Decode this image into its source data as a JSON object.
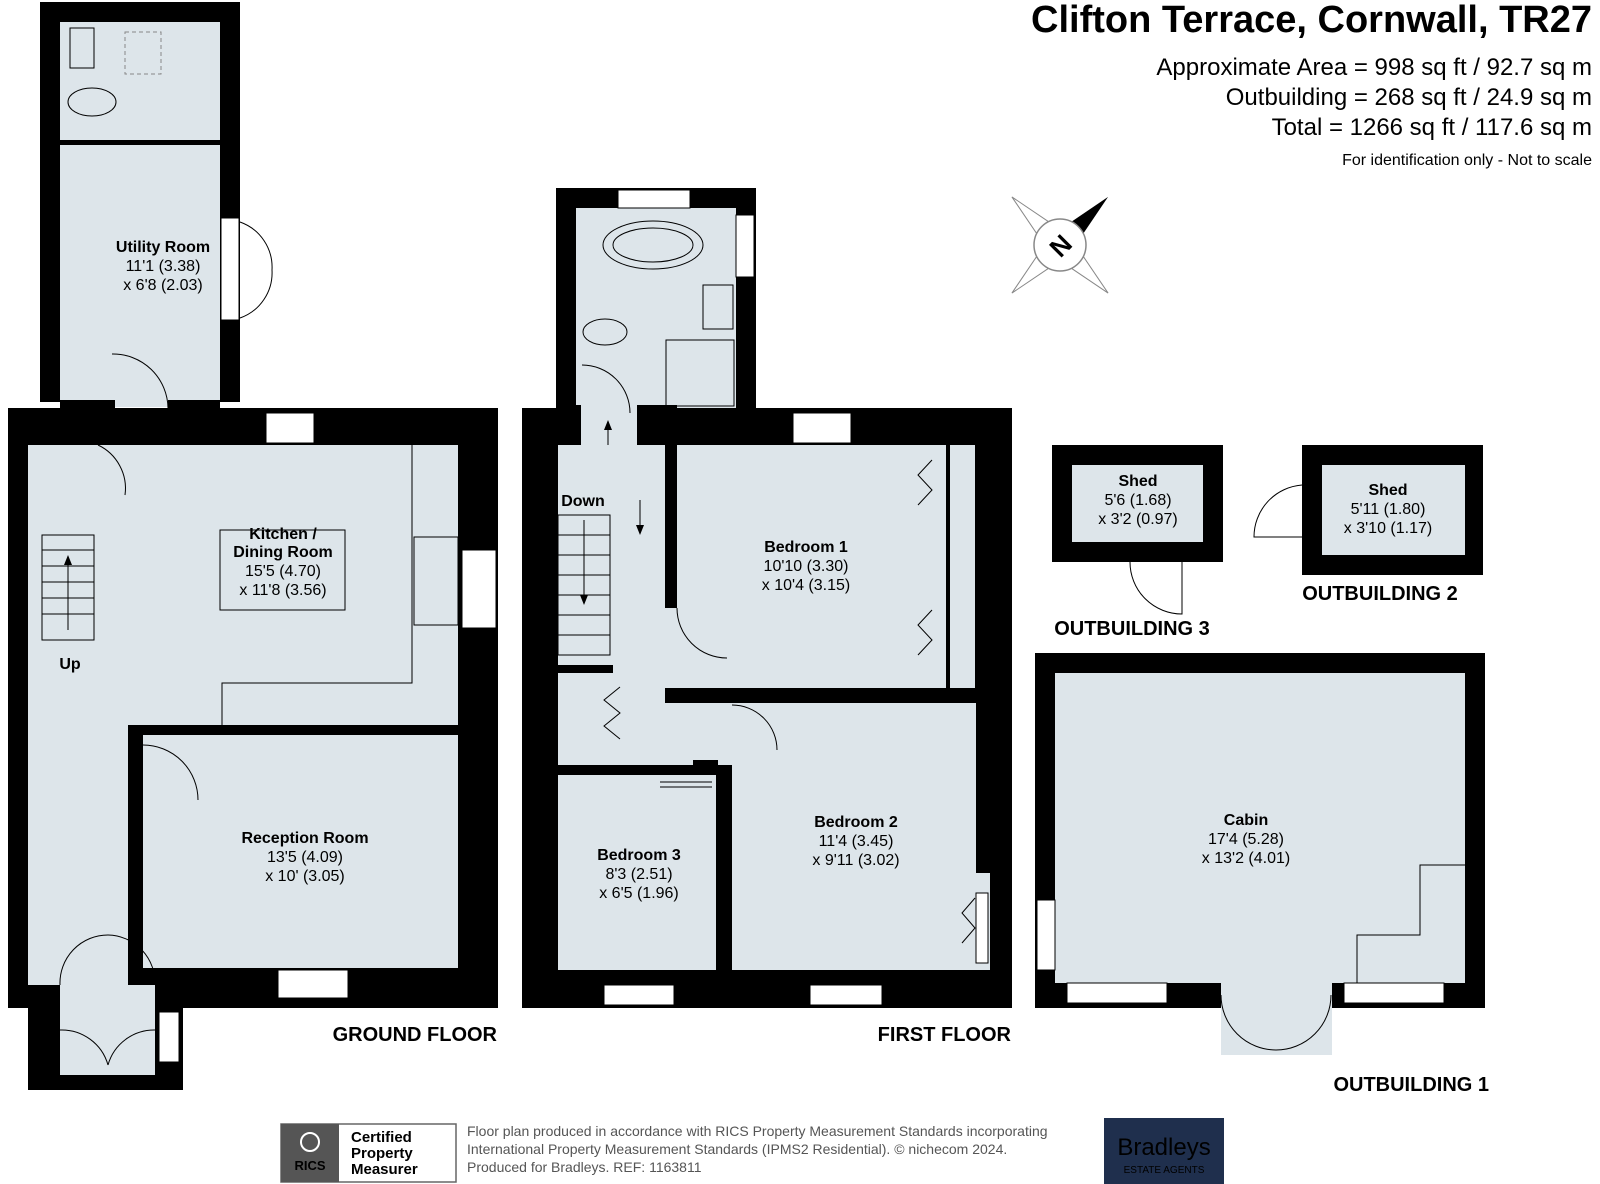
{
  "header": {
    "title": "Clifton Terrace, Cornwall, TR27",
    "area_lines": [
      "Approximate Area = 998 sq ft / 92.7 sq m",
      "Outbuilding = 268 sq ft / 24.9 sq m",
      "Total = 1266 sq ft / 117.6 sq m"
    ],
    "disclaimer": "For identification only - Not to scale"
  },
  "compass": {
    "letter": "N",
    "icon": "north-compass-icon"
  },
  "rooms": {
    "utility": {
      "name": "Utility Room",
      "dim1": "11'1 (3.38)",
      "dim2": "x 6'8 (2.03)"
    },
    "kitchen": {
      "name1": "Kitchen /",
      "name2": "Dining Room",
      "dim1": "15'5 (4.70)",
      "dim2": "x 11'8 (3.56)"
    },
    "reception": {
      "name": "Reception Room",
      "dim1": "13'5 (4.09)",
      "dim2": "x 10' (3.05)"
    },
    "bedroom1": {
      "name": "Bedroom 1",
      "dim1": "10'10 (3.30)",
      "dim2": "x 10'4 (3.15)"
    },
    "bedroom2": {
      "name": "Bedroom 2",
      "dim1": "11'4 (3.45)",
      "dim2": "x 9'11 (3.02)"
    },
    "bedroom3": {
      "name": "Bedroom 3",
      "dim1": "8'3 (2.51)",
      "dim2": "x 6'5 (1.96)"
    },
    "shed3": {
      "name": "Shed",
      "dim1": "5'6 (1.68)",
      "dim2": "x 3'2 (0.97)"
    },
    "shed2": {
      "name": "Shed",
      "dim1": "5'11 (1.80)",
      "dim2": "x 3'10 (1.17)"
    },
    "cabin": {
      "name": "Cabin",
      "dim1": "17'4 (5.28)",
      "dim2": "x 13'2 (4.01)"
    }
  },
  "stairs": {
    "up": "Up",
    "down": "Down"
  },
  "floors": {
    "ground": "GROUND FLOOR",
    "first": "FIRST FLOOR",
    "out1": "OUTBUILDING 1",
    "out2": "OUTBUILDING 2",
    "out3": "OUTBUILDING 3"
  },
  "footer": {
    "rics_logo": "RICS",
    "cert_lines": [
      "Certified",
      "Property",
      "Measurer"
    ],
    "note_lines": [
      "Floor plan produced in accordance with RICS Property Measurement Standards incorporating",
      "International Property Measurement Standards (IPMS2 Residential).  © nichecom 2024.",
      "Produced for Bradleys.  REF: 1163811"
    ],
    "agent_name": "Bradleys",
    "agent_sub": "ESTATE AGENTS",
    "agent_color": "#1f2f4d"
  }
}
